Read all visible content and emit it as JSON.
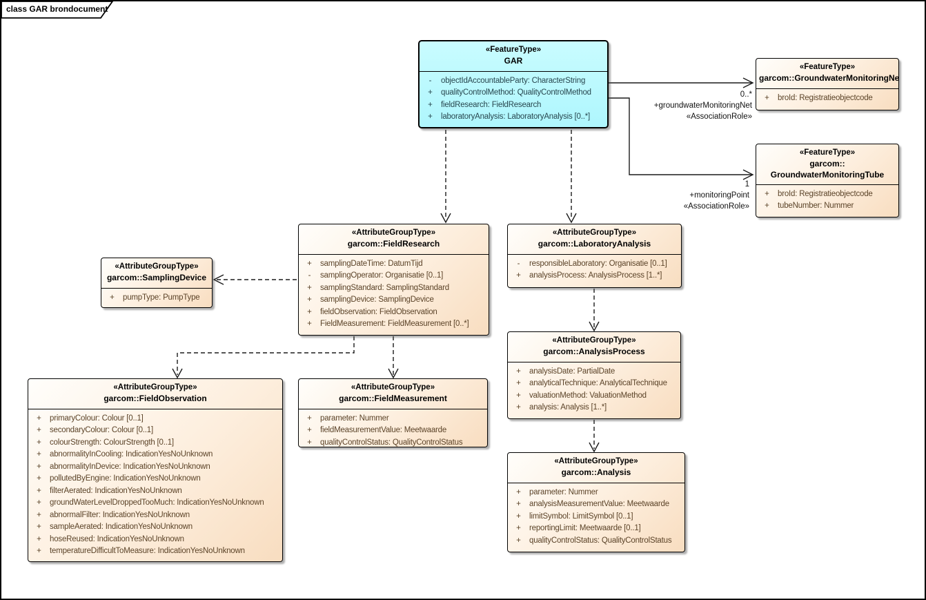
{
  "frame": {
    "title": "class GAR brondocument"
  },
  "colors": {
    "feature_fill": "#b3f8fe",
    "group_fill": "#fbe7d1",
    "border": "#000000",
    "attr_text": "#5b4328"
  },
  "classes": {
    "gar": {
      "stereotype": "«FeatureType»",
      "name": "GAR",
      "attributes": [
        {
          "vis": "-",
          "text": "objectIdAccountableParty: CharacterString"
        },
        {
          "vis": "+",
          "text": "qualityControlMethod: QualityControlMethod"
        },
        {
          "vis": "+",
          "text": "fieldResearch: FieldResearch"
        },
        {
          "vis": "+",
          "text": "laboratoryAnalysis: LaboratoryAnalysis [0..*]"
        }
      ]
    },
    "net": {
      "stereotype": "«FeatureType»",
      "name": "garcom::GroundwaterMonitoringNet",
      "attributes": [
        {
          "vis": "+",
          "text": "broId: Registratieobjectcode"
        }
      ]
    },
    "tube": {
      "stereotype": "«FeatureType»",
      "name": "garcom::\nGroundwaterMonitoringTube",
      "attributes": [
        {
          "vis": "+",
          "text": "broId: Registratieobjectcode"
        },
        {
          "vis": "+",
          "text": "tubeNumber: Nummer"
        }
      ]
    },
    "field_research": {
      "stereotype": "«AttributeGroupType»",
      "name": "garcom::FieldResearch",
      "attributes": [
        {
          "vis": "+",
          "text": "samplingDateTime: DatumTijd"
        },
        {
          "vis": "-",
          "text": "samplingOperator: Organisatie [0..1]"
        },
        {
          "vis": "+",
          "text": "samplingStandard: SamplingStandard"
        },
        {
          "vis": "+",
          "text": "samplingDevice: SamplingDevice"
        },
        {
          "vis": "+",
          "text": "fieldObservation: FieldObservation"
        },
        {
          "vis": "+",
          "text": "FieldMeasurement: FieldMeasurement [0..*]"
        }
      ]
    },
    "lab_analysis": {
      "stereotype": "«AttributeGroupType»",
      "name": "garcom::LaboratoryAnalysis",
      "attributes": [
        {
          "vis": "-",
          "text": "responsibleLaboratory: Organisatie [0..1]"
        },
        {
          "vis": "+",
          "text": "analysisProcess: AnalysisProcess [1..*]"
        }
      ]
    },
    "sampling_device": {
      "stereotype": "«AttributeGroupType»",
      "name": "garcom::SamplingDevice",
      "attributes": [
        {
          "vis": "+",
          "text": "pumpType: PumpType"
        }
      ]
    },
    "field_observation": {
      "stereotype": "«AttributeGroupType»",
      "name": "garcom::FieldObservation",
      "attributes": [
        {
          "vis": "+",
          "text": "primaryColour: Colour [0..1]"
        },
        {
          "vis": "+",
          "text": "secondaryColour: Colour [0..1]"
        },
        {
          "vis": "+",
          "text": "colourStrength: ColourStrength [0..1]"
        },
        {
          "vis": "+",
          "text": "abnormalityInCooling: IndicationYesNoUnknown"
        },
        {
          "vis": "+",
          "text": "abnormalityInDevice: IndicationYesNoUnknown"
        },
        {
          "vis": "+",
          "text": "pollutedByEngine: IndicationYesNoUnknown"
        },
        {
          "vis": "+",
          "text": "filterAerated: IndicationYesNoUnknown"
        },
        {
          "vis": "+",
          "text": "groundWaterLevelDroppedTooMuch: IndicationYesNoUnknown"
        },
        {
          "vis": "+",
          "text": "abnormalFilter: IndicationYesNoUnknown"
        },
        {
          "vis": "+",
          "text": "sampleAerated: IndicationYesNoUnknown"
        },
        {
          "vis": "+",
          "text": "hoseReused: IndicationYesNoUnknown"
        },
        {
          "vis": "+",
          "text": "temperatureDifficultToMeasure: IndicationYesNoUnknown"
        }
      ]
    },
    "field_measurement": {
      "stereotype": "«AttributeGroupType»",
      "name": "garcom::FieldMeasurement",
      "attributes": [
        {
          "vis": "+",
          "text": "parameter: Nummer"
        },
        {
          "vis": "+",
          "text": "fieldMeasurementValue: Meetwaarde"
        },
        {
          "vis": "+",
          "text": "qualityControlStatus: QualityControlStatus"
        }
      ]
    },
    "analysis_process": {
      "stereotype": "«AttributeGroupType»",
      "name": "garcom::AnalysisProcess",
      "attributes": [
        {
          "vis": "+",
          "text": "analysisDate: PartialDate"
        },
        {
          "vis": "+",
          "text": "analyticalTechnique: AnalyticalTechnique"
        },
        {
          "vis": "+",
          "text": "valuationMethod: ValuationMethod"
        },
        {
          "vis": "+",
          "text": "analysis: Analysis [1..*]"
        }
      ]
    },
    "analysis": {
      "stereotype": "«AttributeGroupType»",
      "name": "garcom::Analysis",
      "attributes": [
        {
          "vis": "+",
          "text": "parameter: Nummer"
        },
        {
          "vis": "+",
          "text": "analysisMeasurementValue: Meetwaarde"
        },
        {
          "vis": "+",
          "text": "limitSymbol: LimitSymbol [0..1]"
        },
        {
          "vis": "+",
          "text": "reportingLimit: Meetwaarde [0..1]"
        },
        {
          "vis": "+",
          "text": "qualityControlStatus: QualityControlStatus"
        }
      ]
    }
  },
  "associations": {
    "net": {
      "multiplicity": "0..*",
      "role": "+groundwaterMonitoringNet",
      "stereotype": "«AssociationRole»"
    },
    "tube": {
      "multiplicity": "1",
      "role": "+monitoringPoint",
      "stereotype": "«AssociationRole»"
    }
  }
}
